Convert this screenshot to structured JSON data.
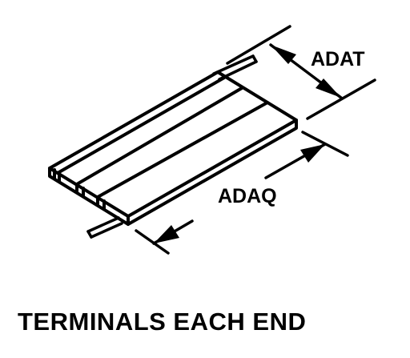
{
  "dimensions": {
    "width_label": "ADAT",
    "length_label": "ADAQ"
  },
  "caption": "TERMINALS EACH END",
  "colors": {
    "line": "#000000",
    "background": "#ffffff"
  }
}
